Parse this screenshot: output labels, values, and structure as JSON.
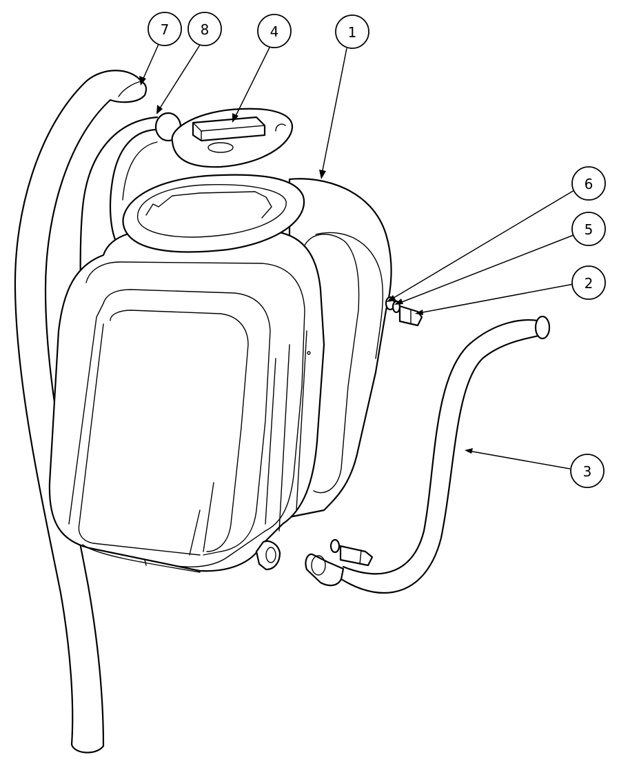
{
  "diagram": {
    "background": "#ffffff",
    "line_color": "#000000",
    "balloons": [
      {
        "id": "b7",
        "label": "7"
      },
      {
        "id": "b8",
        "label": "8"
      },
      {
        "id": "b4",
        "label": "4"
      },
      {
        "id": "b1",
        "label": "1"
      },
      {
        "id": "b6",
        "label": "6"
      },
      {
        "id": "b5",
        "label": "5"
      },
      {
        "id": "b2",
        "label": "2"
      },
      {
        "id": "b3",
        "label": "3"
      }
    ]
  }
}
